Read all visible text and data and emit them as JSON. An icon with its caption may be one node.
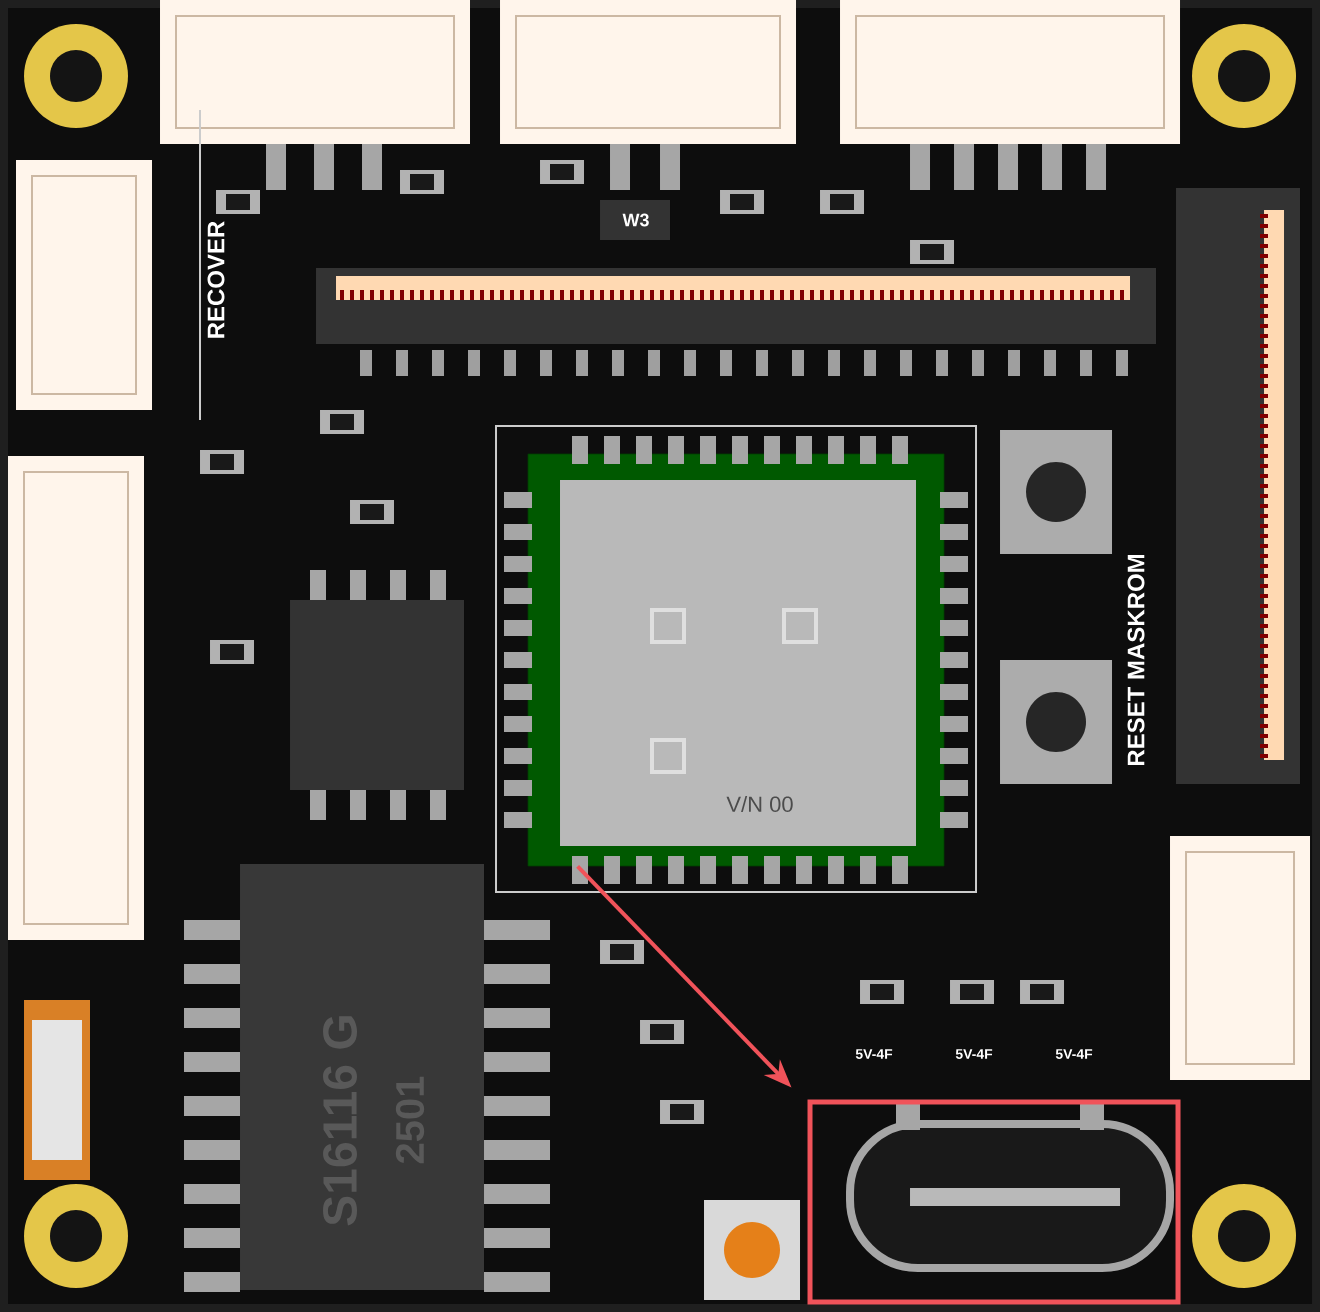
{
  "diagram": {
    "nodes": [
      {
        "text": [
          "V/N 00"
        ]
      },
      {
        "text": [],
        "shape": "box"
      }
    ],
    "edges": [
      {
        "from": 0,
        "to": 1,
        "arrow": "to",
        "color": "#f0535a"
      }
    ],
    "labels": [
      "W3",
      "RECOVER",
      "RESET MASKROM",
      "5V-4F",
      "5V-4F",
      "5V-4F",
      "S16116 G",
      "2501"
    ]
  }
}
